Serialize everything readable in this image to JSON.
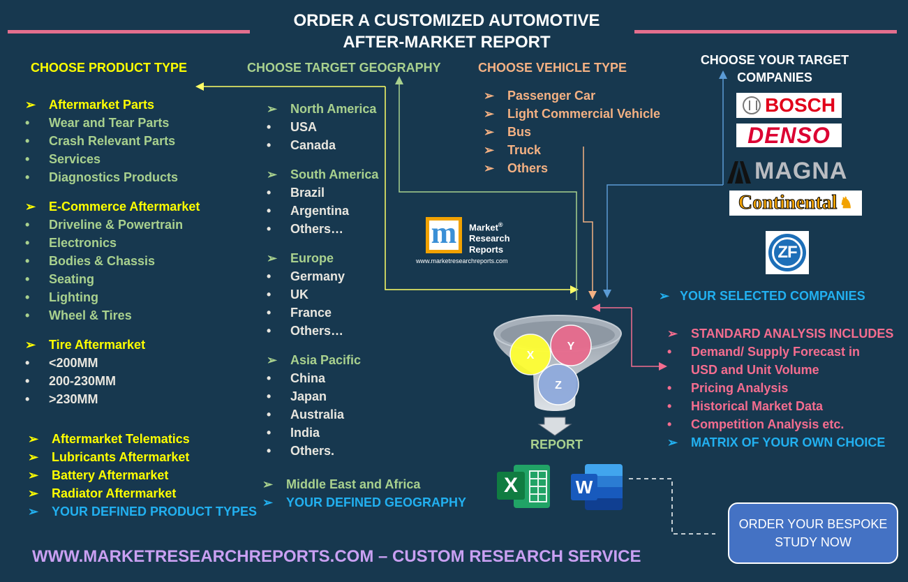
{
  "title": {
    "line1": "ORDER A CUSTOMIZED AUTOMOTIVE",
    "line2": "AFTER-MARKET REPORT"
  },
  "product": {
    "heading": "CHOOSE PRODUCT TYPE",
    "items": [
      {
        "text": "Aftermarket Parts",
        "marker": "➢",
        "color": "yellow"
      },
      {
        "text": "Wear and Tear Parts",
        "marker": "•",
        "color": "green"
      },
      {
        "text": "Crash Relevant Parts",
        "marker": "•",
        "color": "green"
      },
      {
        "text": "Services",
        "marker": "•",
        "color": "green"
      },
      {
        "text": "Diagnostics Products",
        "marker": "•",
        "color": "green"
      },
      {
        "text": "E-Commerce Aftermarket",
        "marker": "➢",
        "color": "yellow",
        "gap": true
      },
      {
        "text": "Driveline & Powertrain",
        "marker": "•",
        "color": "green"
      },
      {
        "text": "Electronics",
        "marker": "•",
        "color": "green"
      },
      {
        "text": "Bodies & Chassis",
        "marker": "•",
        "color": "green"
      },
      {
        "text": "Seating",
        "marker": "•",
        "color": "green"
      },
      {
        "text": "Lighting",
        "marker": "•",
        "color": "green"
      },
      {
        "text": "Wheel & Tires",
        "marker": "•",
        "color": "green"
      },
      {
        "text": "Tire Aftermarket",
        "marker": "➢",
        "color": "yellow",
        "gap": true
      },
      {
        "text": "<200MM",
        "marker": "•",
        "color": "grey"
      },
      {
        "text": "200-230MM",
        "marker": "•",
        "color": "grey"
      },
      {
        "text": ">230MM",
        "marker": "•",
        "color": "grey"
      }
    ],
    "extras": [
      {
        "text": "Aftermarket Telematics",
        "marker": "➢",
        "color": "yellow"
      },
      {
        "text": "Lubricants Aftermarket",
        "marker": "➢",
        "color": "yellow"
      },
      {
        "text": "Battery Aftermarket",
        "marker": "➢",
        "color": "yellow"
      },
      {
        "text": "Radiator Aftermarket",
        "marker": "➢",
        "color": "yellow"
      },
      {
        "text": "YOUR DEFINED PRODUCT TYPES",
        "marker": "➢",
        "color": "blue"
      }
    ]
  },
  "geography": {
    "heading": "CHOOSE TARGET GEOGRAPHY",
    "items": [
      {
        "text": "North America",
        "marker": "➢",
        "color": "green"
      },
      {
        "text": "USA",
        "marker": "•",
        "color": "grey"
      },
      {
        "text": "Canada",
        "marker": "•",
        "color": "grey"
      },
      {
        "text": "South America",
        "marker": "➢",
        "color": "green",
        "gap": true
      },
      {
        "text": "Brazil",
        "marker": "•",
        "color": "grey"
      },
      {
        "text": "Argentina",
        "marker": "•",
        "color": "grey"
      },
      {
        "text": "Others…",
        "marker": "•",
        "color": "grey"
      },
      {
        "text": "Europe",
        "marker": "➢",
        "color": "green",
        "gap": true
      },
      {
        "text": "Germany",
        "marker": "•",
        "color": "grey"
      },
      {
        "text": "UK",
        "marker": "•",
        "color": "grey"
      },
      {
        "text": "France",
        "marker": "•",
        "color": "grey"
      },
      {
        "text": "Others…",
        "marker": "•",
        "color": "grey"
      },
      {
        "text": "Asia Pacific",
        "marker": "➢",
        "color": "green",
        "gap": true
      },
      {
        "text": "China",
        "marker": "•",
        "color": "grey"
      },
      {
        "text": "Japan",
        "marker": "•",
        "color": "grey"
      },
      {
        "text": "Australia",
        "marker": "•",
        "color": "grey"
      },
      {
        "text": "India",
        "marker": "•",
        "color": "grey"
      },
      {
        "text": "Others.",
        "marker": "•",
        "color": "grey"
      }
    ],
    "extras": [
      {
        "text": "Middle East and Africa",
        "marker": "➢",
        "color": "green"
      },
      {
        "text": "YOUR DEFINED GEOGRAPHY",
        "marker": "➢",
        "color": "blue"
      }
    ]
  },
  "vehicle": {
    "heading": "CHOOSE VEHICLE TYPE",
    "items": [
      {
        "text": "Passenger Car",
        "marker": "➢",
        "color": "orange"
      },
      {
        "text": "Light Commercial Vehicle",
        "marker": "➢",
        "color": "orange"
      },
      {
        "text": "Bus",
        "marker": "➢",
        "color": "orange"
      },
      {
        "text": "Truck",
        "marker": "➢",
        "color": "orange"
      },
      {
        "text": "Others",
        "marker": "➢",
        "color": "orange"
      }
    ]
  },
  "companies": {
    "heading_line1": "CHOOSE YOUR TARGET",
    "heading_line2": "COMPANIES",
    "logos": {
      "bosch": "BOSCH",
      "denso": "DENSO",
      "magna": "MAGNA",
      "continental": "Continental",
      "zf": "ZF"
    },
    "selected": {
      "marker": "➢",
      "text": "YOUR SELECTED COMPANIES"
    }
  },
  "analysis": {
    "items": [
      {
        "text": "STANDARD ANALYSIS INCLUDES",
        "marker": "➢",
        "color": "pink"
      },
      {
        "text": "Demand/ Supply Forecast in",
        "marker": "•",
        "color": "pink"
      },
      {
        "text": "USD and Unit Volume",
        "marker": "",
        "color": "pink"
      },
      {
        "text": "Pricing Analysis",
        "marker": "•",
        "color": "pink"
      },
      {
        "text": "Historical Market Data",
        "marker": "•",
        "color": "pink"
      },
      {
        "text": "Competition Analysis etc.",
        "marker": "•",
        "color": "pink"
      },
      {
        "text": "MATRIX OF YOUR OWN CHOICE",
        "marker": "➢",
        "color": "blue"
      }
    ]
  },
  "logo": {
    "letter": "m",
    "name_line1": "Market",
    "name_line2": "Research",
    "name_line3": "Reports",
    "registered": "®",
    "url": "www.marketresearchreports.com"
  },
  "funnel": {
    "x": "X",
    "y": "Y",
    "z": "Z",
    "report": "REPORT"
  },
  "apps": {
    "excel": "X",
    "word": "W"
  },
  "order_button": {
    "line1": "ORDER YOUR BESPOKE",
    "line2": "STUDY NOW"
  },
  "footer": "WWW.MARKETRESEARCHREPORTS.COM – CUSTOM RESEARCH SERVICE",
  "colors": {
    "background": "#17384f",
    "yellow": "#ffff00",
    "green": "#a9d18e",
    "grey": "#e8e6df",
    "orange": "#f4b183",
    "pink": "#f46d8f",
    "blue": "#22b0f0",
    "accent_bar": "#e36f8e"
  }
}
